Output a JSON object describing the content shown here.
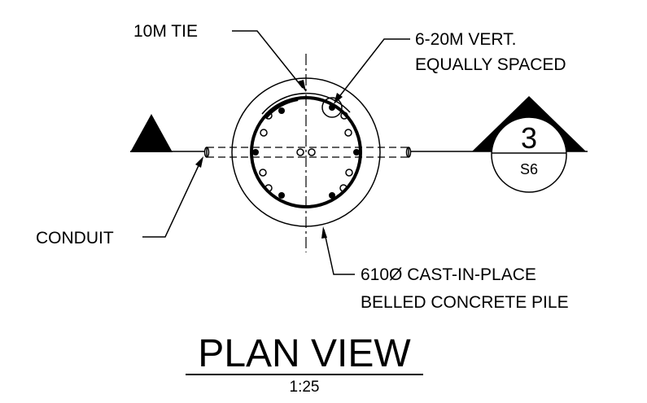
{
  "drawing": {
    "labels": {
      "tie": "10M TIE",
      "vert_line1": "6-20M VERT.",
      "vert_line2": "EQUALLY SPACED",
      "conduit": "CONDUIT",
      "pile_line1": "610Ø CAST-IN-PLACE",
      "pile_line2": "BELLED CONCRETE PILE"
    },
    "section_marker": {
      "number": "3",
      "sheet": "S6"
    },
    "title": "PLAN VIEW",
    "scale": "1:25"
  }
}
